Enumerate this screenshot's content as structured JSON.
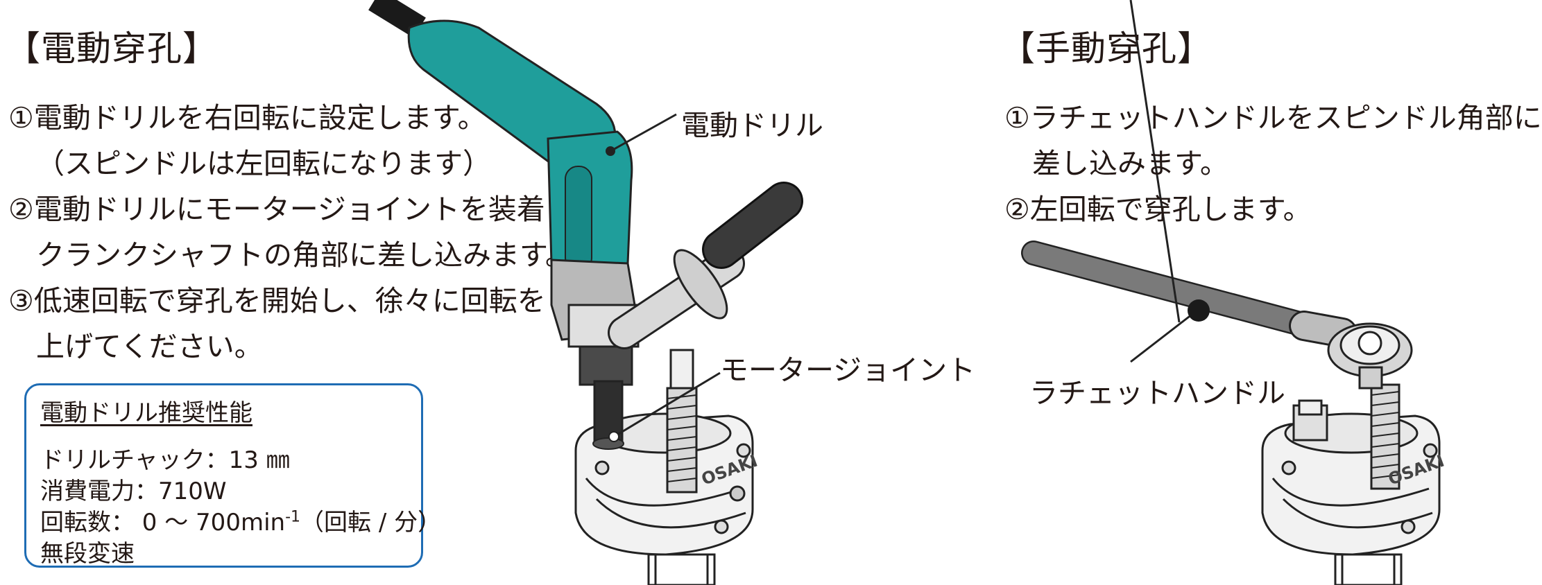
{
  "left": {
    "heading": "【電動穿孔】",
    "steps": [
      "①電動ドリルを右回転に設定します。",
      "（スピンドルは左回転になります）",
      "②電動ドリルにモータージョイントを装着し、",
      "クランクシャフトの角部に差し込みます。",
      "③低速回転で穿孔を開始し、徐々に回転を",
      "上げてください。"
    ],
    "callouts": {
      "drill": "電動ドリル",
      "joint": "モータージョイント"
    },
    "spec": {
      "title": "電動ドリル推奨性能",
      "chuck": "ドリルチャック：13 ㎜",
      "power": "消費電力：710W",
      "speed_prefix": "回転数： 0 ～ 700min",
      "speed_sup": "-1",
      "speed_suffix": "（回転 / 分）",
      "variable": "無段変速"
    },
    "device_text": "OSAKI"
  },
  "right": {
    "heading": "【手動穿孔】",
    "steps": [
      "①ラチェットハンドルをスピンドル角部に",
      "差し込みます。",
      "②左回転で穿孔します。"
    ],
    "callouts": {
      "handle": "ラチェットハンドル"
    },
    "device_text": "OSAKI"
  },
  "colors": {
    "drill_teal": "#1f9e9b",
    "box_border": "#1e6cb4",
    "text": "#231815"
  }
}
